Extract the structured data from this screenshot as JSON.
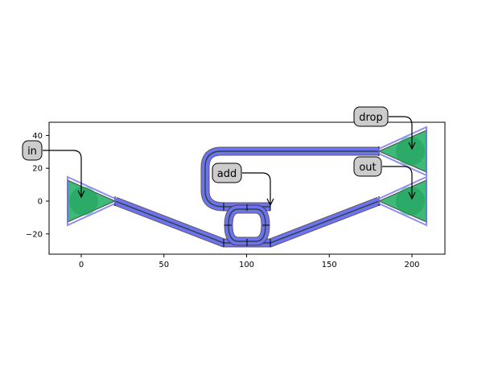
{
  "plot": {
    "x_ticks": [
      "0",
      "50",
      "100",
      "150",
      "200"
    ],
    "x_tick_values": [
      0,
      50,
      100,
      150,
      200
    ],
    "y_ticks": [
      "40",
      "20",
      "0",
      "−20"
    ],
    "y_tick_values": [
      40,
      20,
      0,
      -20
    ],
    "xlim": [
      -20,
      220
    ],
    "ylim": [
      -32,
      48
    ]
  },
  "ports": {
    "in": "in",
    "add": "add",
    "drop": "drop",
    "out": "out"
  },
  "colors": {
    "waveguide": "#7070f0",
    "grating": "#2ab36a",
    "label_box": "#cccccc"
  }
}
